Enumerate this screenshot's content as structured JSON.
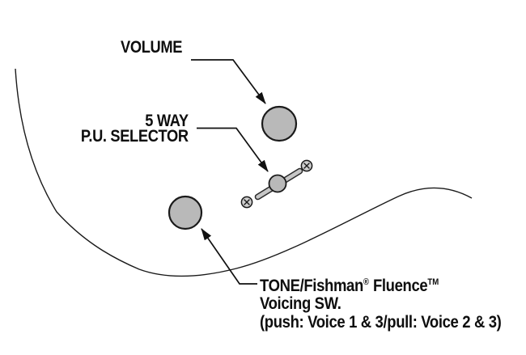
{
  "diagram": {
    "background": "#ffffff",
    "stroke_color": "#1a1a1a",
    "knob_fill": "#b9b9b9",
    "lever_fill": "#c6c6c6",
    "screw_fill": "#cfcfcf",
    "annotations": {
      "volume": {
        "label": "VOLUME"
      },
      "selector": {
        "line1": "5 WAY",
        "line2": "P.U. SELECTOR"
      },
      "tone": {
        "line1_text": "TONE/Fishman",
        "line1_reg": "®",
        "line1_text2": "Fluence",
        "line1_tm": "TM",
        "line2": "Voicing SW.",
        "line3": "(push: Voice 1 & 3/pull: Voice 2 & 3)"
      }
    }
  }
}
